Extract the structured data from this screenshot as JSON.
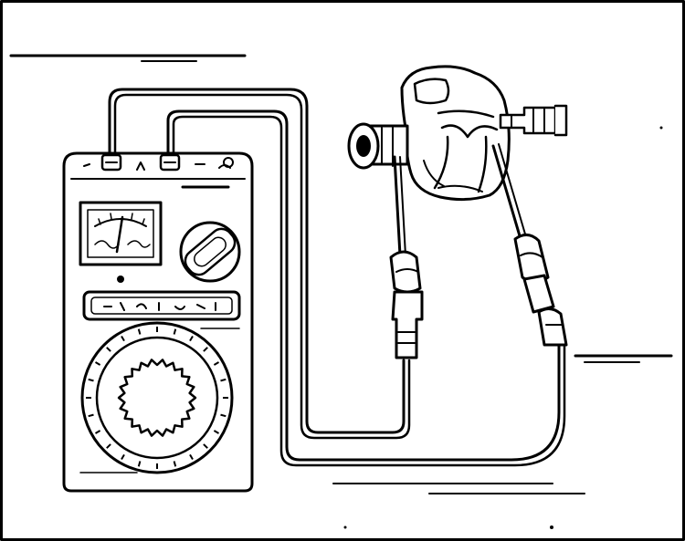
{
  "figure": {
    "subject": "tester-connected-to-component",
    "colors": {
      "ink": "#000000",
      "paper": "#ffffff"
    },
    "icons": [
      "tester-device",
      "meter-gauge-icon",
      "selector-knob-icon",
      "rotary-dial-icon",
      "test-lead-plug-icon",
      "component-housing"
    ]
  }
}
